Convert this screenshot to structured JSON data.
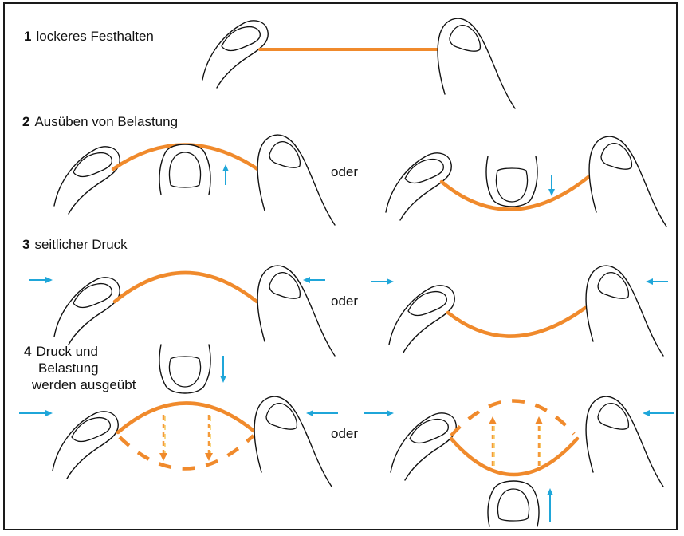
{
  "steps": [
    {
      "number": "1",
      "text": "lockeres Festhalten"
    },
    {
      "number": "2",
      "text": "Ausüben von Belastung"
    },
    {
      "number": "3",
      "text": "seitlicher Druck"
    },
    {
      "number": "4",
      "text_line1": "Druck und",
      "text_line2": "Belastung",
      "text_line3": "werden ausgeübt"
    }
  ],
  "or_label": "oder",
  "colors": {
    "band": "#f08a2c",
    "arrow": "#1fa6d9",
    "outline": "#111111",
    "frame": "#1a1a1a"
  }
}
